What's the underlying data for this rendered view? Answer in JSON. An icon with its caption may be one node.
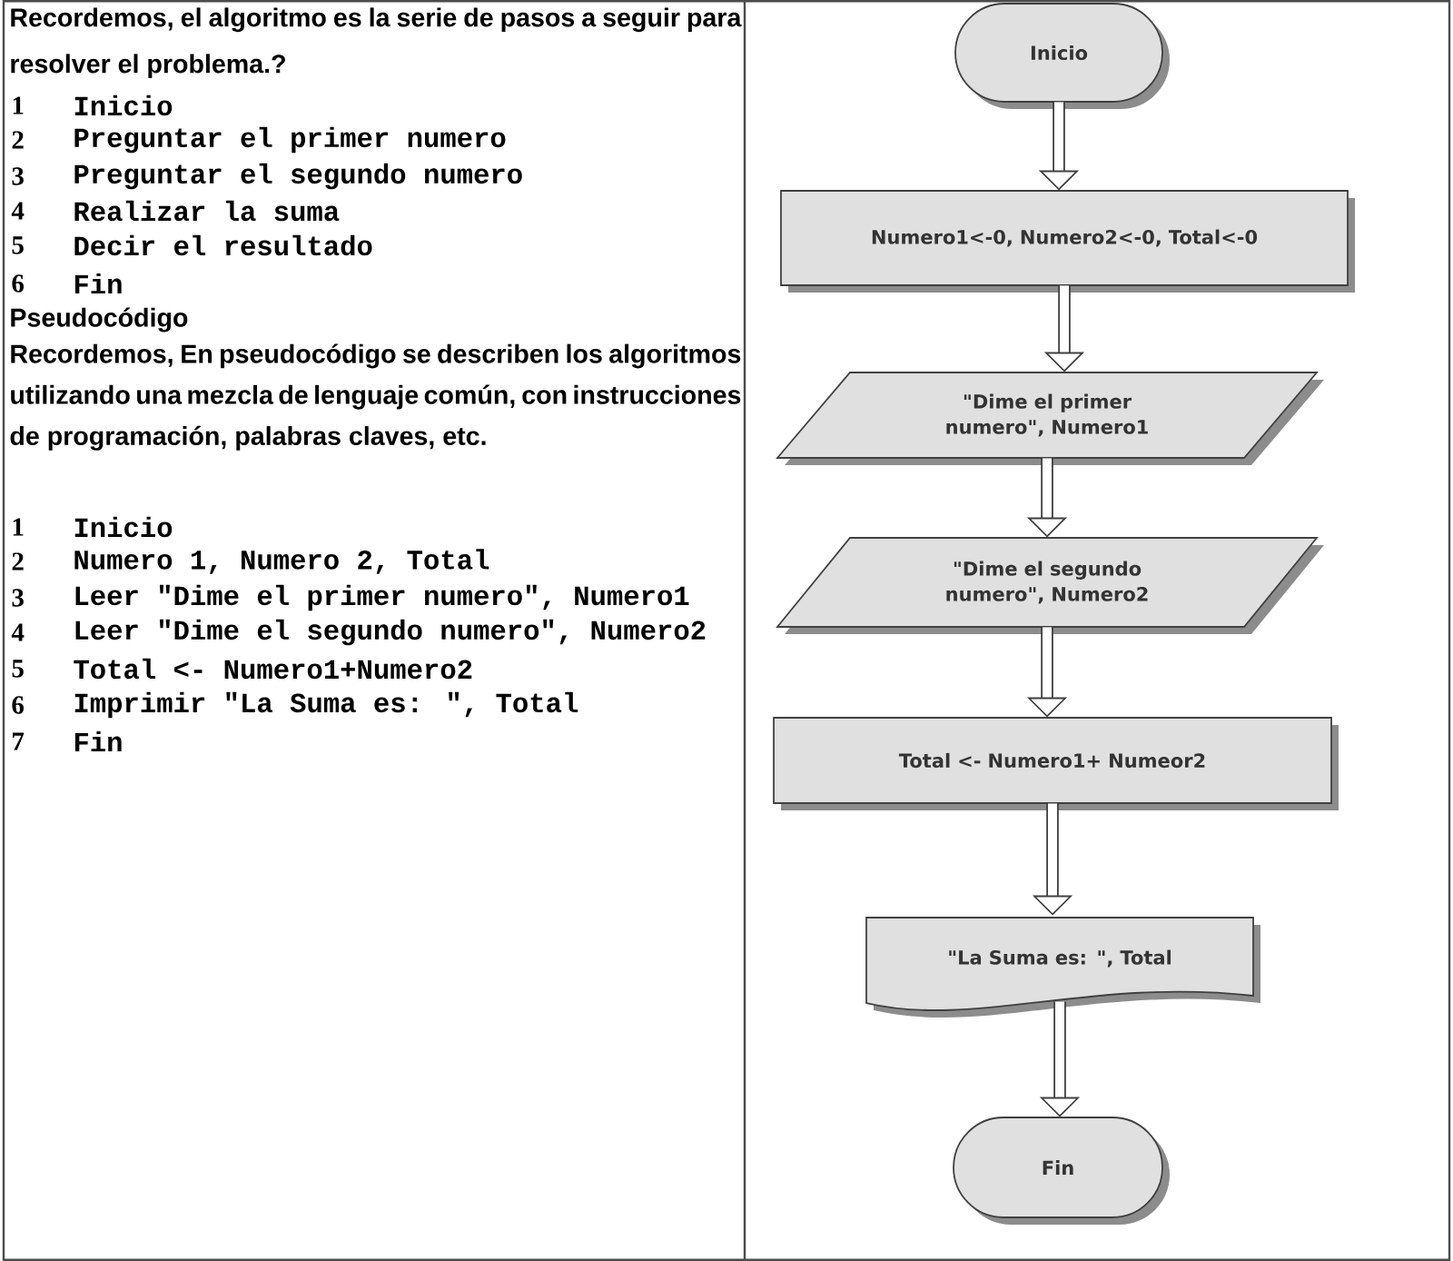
{
  "diagram": {
    "nodes": [
      {
        "text": [
          "Inicio"
        ]
      },
      {
        "text": [
          "Numero1<-0, Numero2<-0, Total<-0"
        ]
      },
      {
        "text": [
          "\"Dime el primer numero\", Numero1"
        ]
      },
      {
        "text": [
          "\"Dime el segundo numero\", Numero2"
        ]
      },
      {
        "text": [
          "Total <- Numero1+ Numeor2"
        ]
      },
      {
        "text": [
          "\"La Suma es: \", Total"
        ]
      },
      {
        "text": [
          "Fin"
        ]
      }
    ],
    "edges": [
      {
        "from": 0,
        "to": 1,
        "arrow": "to"
      },
      {
        "from": 1,
        "to": 2,
        "arrow": "to"
      },
      {
        "from": 2,
        "to": 3,
        "arrow": "to"
      },
      {
        "from": 3,
        "to": 4,
        "arrow": "to"
      },
      {
        "from": 4,
        "to": 5,
        "arrow": "to"
      },
      {
        "from": 5,
        "to": 6,
        "arrow": "to"
      }
    ],
    "labels": [
      "Recordemos, el algoritmo es la serie de pasos a seguir para resolver el problema.?",
      "1",
      "Inicio",
      "2",
      "Preguntar el primer numero",
      "3",
      "Preguntar el segundo numero",
      "4",
      "Realizar la suma",
      "5",
      "Decir el resultado",
      "6",
      "Fin",
      "Pseudocódigo",
      "Recordemos, En pseudocódigo se describen los algoritmos utilizando una mezcla de lenguaje común, con instrucciones de programación, palabras claves, etc.",
      "1",
      "Inicio",
      "2",
      "Numero 1, Numero 2, Total",
      "3",
      "Leer \"Dime el primer numero\", Numero1",
      "4",
      "Leer \"Dime el segundo numero\", Numero2",
      "5",
      "Total <- Numero1+Numero2",
      "6",
      "Imprimir \"La Suma es: \", Total",
      "7",
      "Fin"
    ]
  }
}
